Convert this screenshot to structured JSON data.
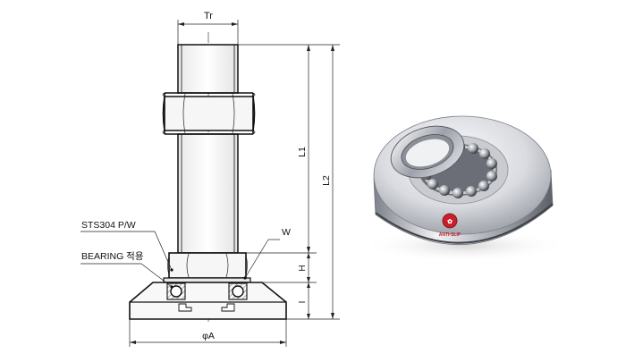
{
  "drawing": {
    "labels": {
      "tr": "Tr",
      "l1": "L1",
      "l2": "L2",
      "w": "W",
      "h": "H",
      "i": "I",
      "phi_a": "φA",
      "sts": "STS304 P/W",
      "bearing": "BEARING 적용"
    }
  },
  "photo": {
    "logo_text": "ANTI-SLIP"
  },
  "colors": {
    "line": "#111111",
    "metal_light": "#f4f4f6",
    "metal_dark": "#5a5d66",
    "logo_red": "#c8202a"
  }
}
